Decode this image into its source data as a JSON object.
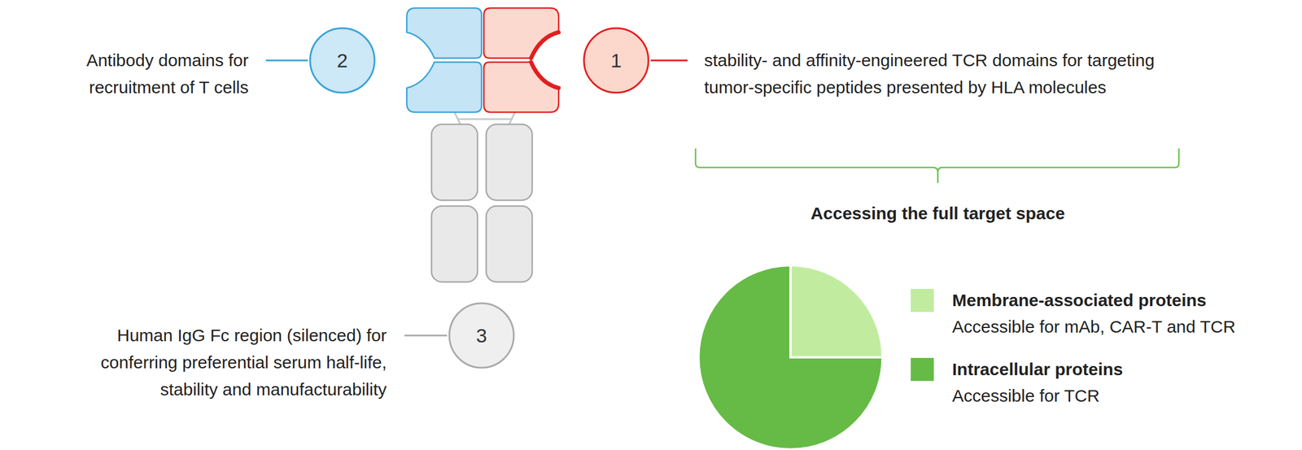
{
  "diagram": {
    "nodes": [
      {
        "text": [
          "2"
        ]
      },
      {
        "text": [
          "1"
        ]
      },
      {
        "text": [
          "3"
        ]
      }
    ],
    "labels": [
      "Antibody domains for recruitment of T cells",
      "stability- and affinity-engineered TCR domains for targeting tumor-specific peptides presented by HLA molecules",
      "Accessing the full target space",
      "Human IgG Fc region (silenced) for conferring preferential serum half-life, stability and manufacturability",
      "Accessible for mAb, CAR-T and TCR",
      "Accessible for TCR"
    ],
    "legend": [
      {
        "text": "Membrane-associated proteins",
        "color": "#c1eca0"
      },
      {
        "text": "Intracellular proteins",
        "color": "#66bb46"
      }
    ]
  }
}
